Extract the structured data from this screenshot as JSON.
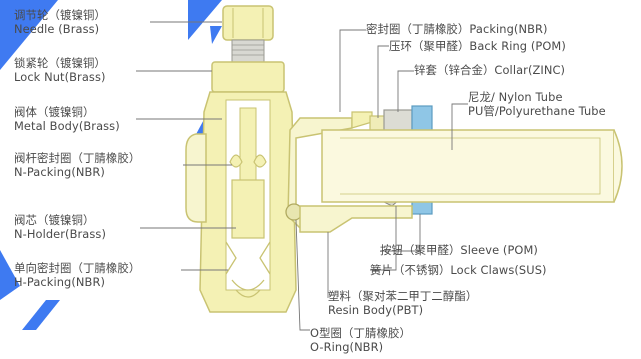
{
  "labels": {
    "needle": {
      "zh": "调节轮（镀镍铜）",
      "en": "Needle (Brass)"
    },
    "lock_nut": {
      "zh": "锁紧轮（镀镍铜）",
      "en": "Lock Nut(Brass)"
    },
    "metal_body": {
      "zh": "阀体（镀镍铜）",
      "en": "Metal Body(Brass)"
    },
    "n_packing": {
      "zh": "阀杆密封圈（丁腈橡胶）",
      "en": "N-Packing(NBR)"
    },
    "n_holder": {
      "zh": "阀芯（镀镍铜）",
      "en": "N-Holder(Brass)"
    },
    "h_packing": {
      "zh": "单向密封圈（丁腈橡胶）",
      "en": "H-Packing(NBR)"
    },
    "packing": {
      "text": "密封圈（丁腈橡胶）Packing(NBR)"
    },
    "back_ring": {
      "text": "压环（聚甲醛）Back Ring (POM)"
    },
    "collar": {
      "text": "锌套（锌合金）Collar(ZINC)"
    },
    "nylon_tube": {
      "line1": "尼龙/ Nylon Tube",
      "line2": "PU管/Polyurethane Tube"
    },
    "sleeve": {
      "text": "按钮（聚甲醛）Sleeve (POM)"
    },
    "lock_claws": {
      "text": "簧片（不锈钢）Lock Claws(SUS)"
    },
    "resin_body": {
      "zh": "塑料（聚对苯二甲丁二醇酯）",
      "en": "Resin Body(PBT)"
    },
    "o_ring": {
      "zh": "O型圈（丁腈橡胶）",
      "en": "O-Ring(NBR)"
    }
  },
  "colors": {
    "label_text": "#4a4a4a",
    "brass_fill": "#f4f1b4",
    "brass_edge": "#c9c372",
    "body_fill": "#f7f5cf",
    "tube_fill": "#fbf9df",
    "sleeve_blue": "#8fc6e6",
    "leader_line": "#777777",
    "watermark": "#2a6cf0"
  }
}
